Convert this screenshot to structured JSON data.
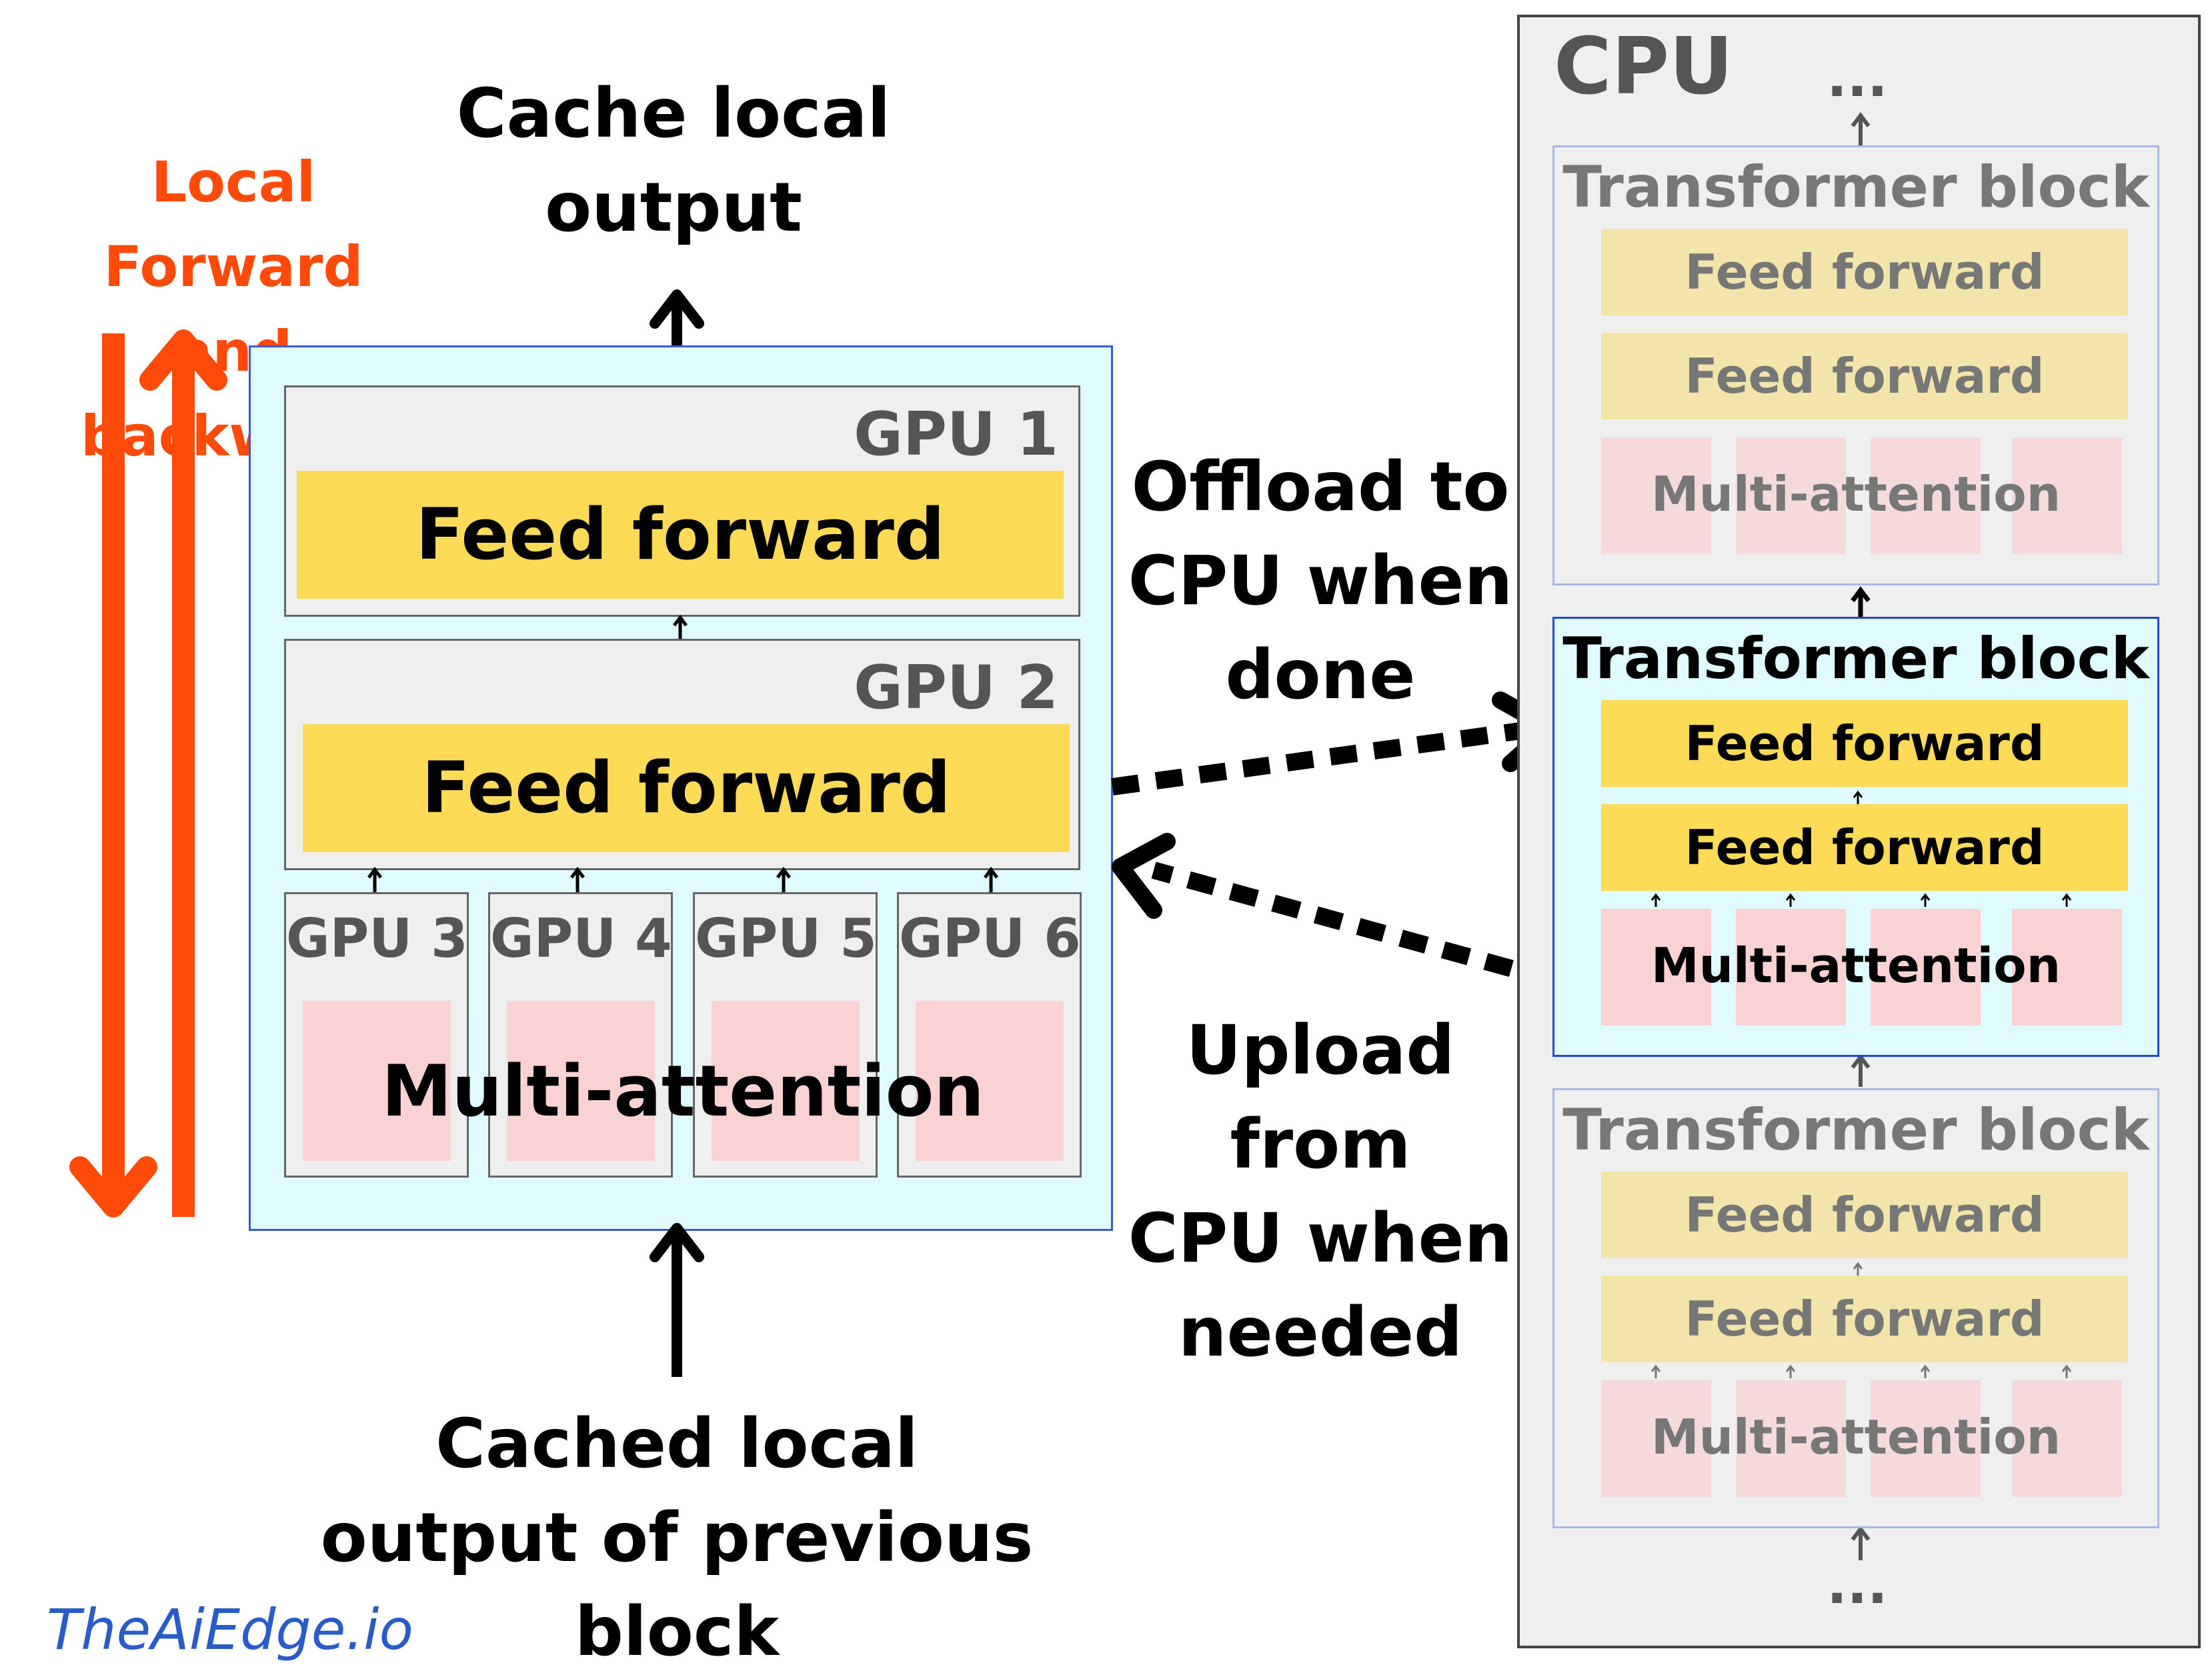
{
  "left": {
    "side_label": [
      "Local Forward",
      "and backward"
    ],
    "top_label": [
      "Cache local",
      "output"
    ],
    "bottom_label": [
      "Cached local",
      "output of previous block"
    ],
    "gpu1": {
      "title": "GPU 1",
      "block": "Feed forward"
    },
    "gpu2": {
      "title": "GPU 2",
      "block": "Feed forward"
    },
    "small_gpus": [
      "GPU 3",
      "GPU 4",
      "GPU 5",
      "GPU 6"
    ],
    "attention_label": "Multi-attention"
  },
  "middle": {
    "offload_label": [
      "Offload to",
      "CPU when",
      "done"
    ],
    "upload_label": [
      "Upload from",
      "CPU when",
      "needed"
    ]
  },
  "cpu": {
    "title": "CPU",
    "ellipsis_top": "...",
    "ellipsis_bottom": "...",
    "blocks": [
      {
        "title": "Transformer block",
        "ff1": "Feed forward",
        "ff2": "Feed forward",
        "attention": "Multi-attention",
        "active": false
      },
      {
        "title": "Transformer block",
        "ff1": "Feed forward",
        "ff2": "Feed forward",
        "attention": "Multi-attention",
        "active": true
      },
      {
        "title": "Transformer block",
        "ff1": "Feed forward",
        "ff2": "Feed forward",
        "attention": "Multi-attention",
        "active": false
      }
    ]
  },
  "brand": "TheAiEdge.io",
  "colors": {
    "accent_orange": "#ff4a0a",
    "ff_yellow": "#fddb57",
    "attention_pink": "#fbd2d4",
    "gpu_container": "#dffbfd",
    "brand_blue": "#2a5cc9"
  }
}
